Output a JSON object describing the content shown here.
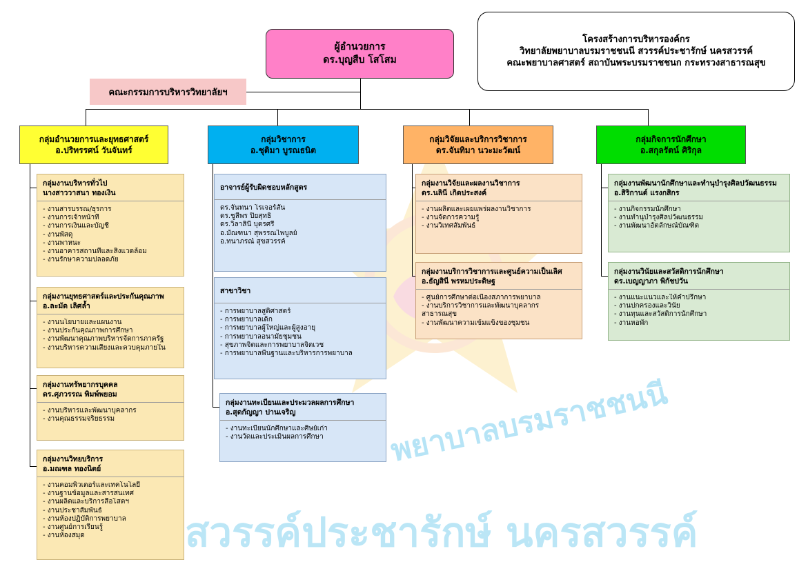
{
  "title_box": {
    "lines": [
      "โครงสร้างการบริหารองค์กร",
      "วิทยาลัยพยาบาลบรมราชชนนี สวรรค์ประชารักษ์ นครสวรรค์",
      "คณะพยาบาลศาสตร์ สถาบันพระบรมราชชนก กระทรวงสาธารณสุข"
    ]
  },
  "director": {
    "title": "ผู้อำนวยการ",
    "name": "ดร.บุญสืบ โสโสม"
  },
  "committee": {
    "label": "คณะกรรมการบริหารวิทยาลัยฯ"
  },
  "watermark": {
    "line1": "พยาบาลบรมราชชนนี",
    "line2": "สวรรค์ประชารักษ์ นครสวรรค์"
  },
  "groups": [
    {
      "title": "กลุ่มอำนวยการและยุทธศาสตร์",
      "name": "อ.ปริทรรศน์ วันจันทร์",
      "color": "#ffff33"
    },
    {
      "title": "กลุ่มวิชาการ",
      "name": "อ.ชุติมา บูรณธนิต",
      "color": "#00b0f0"
    },
    {
      "title": "กลุ่มวิจัยและบริการวิชาการ",
      "name": "ดร.จันทิมา นวะมะวัฒน์",
      "color": "#ffb366"
    },
    {
      "title": "กลุ่มกิจการนักศึกษา",
      "name": "อ.สกุลรัตน์ ศิริกุล",
      "color": "#00dd00"
    }
  ],
  "col1": [
    {
      "head": [
        "กลุ่มงานบริหารทั่วไป",
        "นางสาววาสนา ทองเงิน"
      ],
      "items": [
        "- งานสารบรรณ/ธุรการ",
        "- งานการเจ้าหน้าที่",
        "- งานการเงินและบัญชี",
        "- งานพัสดุ",
        "- งานพาหนะ",
        "- งานอาคารสถานที่และสิ่งแวดล้อม",
        "- งานรักษาความปลอดภัย"
      ]
    },
    {
      "head": [
        "กลุ่มงานยุทธศาสตร์และประกันคุณภาพ",
        "อ.ละมัด เลิศล้ำ"
      ],
      "items": [
        "- งานนโยบายและแผนงาน",
        "- งานประกันคุณภาพการศึกษา",
        "- งานพัฒนาคุณภาพบริหารจัดการภาครัฐ",
        "- งานบริหารความเสี่ยงและควบคุมภายใน"
      ]
    },
    {
      "head": [
        "กลุ่มงานทรัพยากรบุคคล",
        "ดร.ศุภวรรณ พิมพ์พยอม"
      ],
      "items": [
        "- งานบริหารและพัฒนาบุคลากร",
        "- งานคุณธรรมจริยธรรม"
      ]
    },
    {
      "head": [
        "กลุ่มงานวิทยบริการ",
        "อ.มณฑล ทองนิตย์"
      ],
      "items": [
        "- งานคอมพิวเตอร์และเทคโนโลยี",
        "- งานฐานข้อมูลและสารสนเทศ",
        "- งานผลิตและบริการสื่อโสตฯ",
        "- งานประชาสัมพันธ์",
        "- งานห้องปฏิบัติการพยาบาล",
        "- งานศูนย์การเรียนรู้",
        "- งานห้องสมุด"
      ]
    }
  ],
  "col2": [
    {
      "head": [
        "อาจารย์ผู้รับผิดชอบหลักสูตร"
      ],
      "items": [
        "ดร.จันทนา โรเจอร์สัน",
        "ดร.ชูลีพร ปิยสุทธิ์",
        "ดร.วิลาสินี บุตรศรี",
        "อ.มัณฑนา สุพรรณไพบูลย์",
        "อ.ทนาภรณ์ สุขสวรรค์"
      ]
    },
    {
      "head": [
        "สาขาวิชา"
      ],
      "items": [
        "- การพยาบาลสูติศาสตร์",
        "- การพยาบาลเด็ก",
        "- การพยาบาลผู้ใหญ่และผู้สูงอายุ",
        "- การพยาบาลอนามัยชุมชน",
        "- สุขภาพจิตและการพยาบาลจิตเวช",
        "- การพยาบาลพื้นฐานและบริหารการพยาบาล"
      ]
    },
    {
      "head": [
        "กลุ่มงานทะเบียนและประมวลผลการศึกษา",
        "อ.สุดกัญญา ปานเจริญ"
      ],
      "items": [
        "- งานทะเบียนนักศึกษาและศิษย์เก่า",
        "- งานวัดและประเมินผลการศึกษา"
      ]
    }
  ],
  "col3": [
    {
      "head": [
        "กลุ่มงานวิจัยและผลงานวิชาการ",
        "ดร.นลินี เกิดประสงค์"
      ],
      "items": [
        "- งานผลิตและเผยแพร่ผลงานวิชาการ",
        "- งานจัดการความรู้",
        "- งานวิเทศสัมพันธ์"
      ]
    },
    {
      "head": [
        "กลุ่มงานบริการวิชาการและศูนย์ความเป็นเลิศ",
        "อ.ธัญสินี พรหมประดิษฐ"
      ],
      "items": [
        "- ศูนย์การศึกษาต่อเนื่องสภาการพยาบาล",
        "- งานบริการวิชาการและพัฒนาบุคลากร",
        "สาธารณสุข",
        "- งานพัฒนาความเข้มแข็งของชุมชน"
      ]
    }
  ],
  "col4": [
    {
      "head": [
        "กลุ่มงานพัฒนานักศึกษาและทำนุบำรุงศิลปวัฒนธรรม",
        "อ.สิริกานต์ แรงกสิกร"
      ],
      "items": [
        "- งานกิจกรรมนักศึกษา",
        "- งานทำนุบำรุงศิลปวัฒนธรรม",
        "- งานพัฒนาอัตลักษณ์บัณฑิต"
      ]
    },
    {
      "head": [
        "กลุ่มงานวินัยและสวัสดิการนักศึกษา",
        "ดร.เบญญาภา พิกัชปวัน"
      ],
      "items": [
        "- งานแนะแนวและให้คำปรึกษา",
        "- งานปกครองและวินัย",
        "- งานทุนและสวัสดิการนักศึกษา",
        "- งานหอพัก"
      ]
    }
  ],
  "colors": {
    "director": "#ff80c8",
    "committee": "#f7c8c8",
    "col1_sub": "#fbe8b4",
    "col2_sub": "#d7e6f7",
    "col3_sub": "#fbe2c6",
    "col4_sub": "#d9ead3"
  }
}
